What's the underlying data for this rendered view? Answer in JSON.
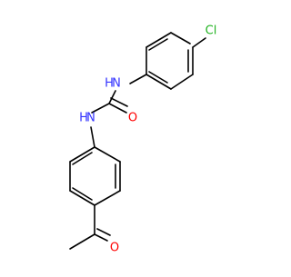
{
  "molecule": {
    "atoms": [
      {
        "id": "cl",
        "label": "Cl",
        "color": "#1fb21f"
      },
      {
        "id": "n1",
        "label": "N",
        "sublabel": "H",
        "color": "#3333ff"
      },
      {
        "id": "o",
        "label": "O",
        "color": "#ff0000"
      },
      {
        "id": "n2",
        "label": "N",
        "sublabel": "H",
        "color": "#3333ff"
      },
      {
        "id": "o2",
        "label": "O",
        "color": "#ff0000"
      }
    ]
  },
  "colors": {
    "bond": "#000000",
    "nitrogen": "#3333ff",
    "oxygen": "#ff0000",
    "chlorine": "#1fb21f"
  }
}
